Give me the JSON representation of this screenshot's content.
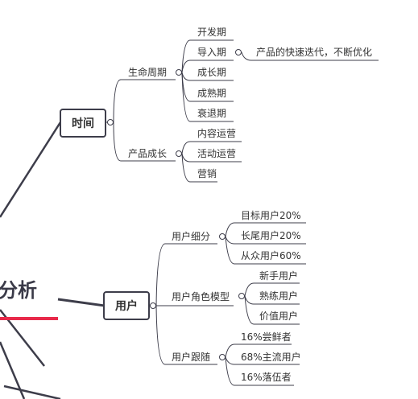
{
  "root": {
    "label": "分析"
  },
  "branches": [
    {
      "label": "时间",
      "children": [
        {
          "label": "生命周期",
          "children": [
            {
              "label": "开发期"
            },
            {
              "label": "导入期",
              "note": "产品的快速迭代，不断优化"
            },
            {
              "label": "成长期"
            },
            {
              "label": "成熟期"
            },
            {
              "label": "衰退期"
            }
          ]
        },
        {
          "label": "产品成长",
          "children": [
            {
              "label": "内容运营"
            },
            {
              "label": "活动运营"
            },
            {
              "label": "营销"
            }
          ]
        }
      ]
    },
    {
      "label": "用户",
      "children": [
        {
          "label": "用户细分",
          "children": [
            {
              "label": "目标用户20%"
            },
            {
              "label": "长尾用户20%"
            },
            {
              "label": "从众用户60%"
            }
          ]
        },
        {
          "label": "用户角色模型",
          "children": [
            {
              "label": "新手用户"
            },
            {
              "label": "熟练用户"
            },
            {
              "label": "价值用户"
            }
          ]
        },
        {
          "label": "用户跟随",
          "children": [
            {
              "label": "16%尝鲜者"
            },
            {
              "label": "68%主流用户"
            },
            {
              "label": "16%落伍者"
            }
          ]
        }
      ]
    }
  ],
  "colors": {
    "line": "#3d3d4a",
    "accent": "#e8294a",
    "text": "#333333"
  }
}
